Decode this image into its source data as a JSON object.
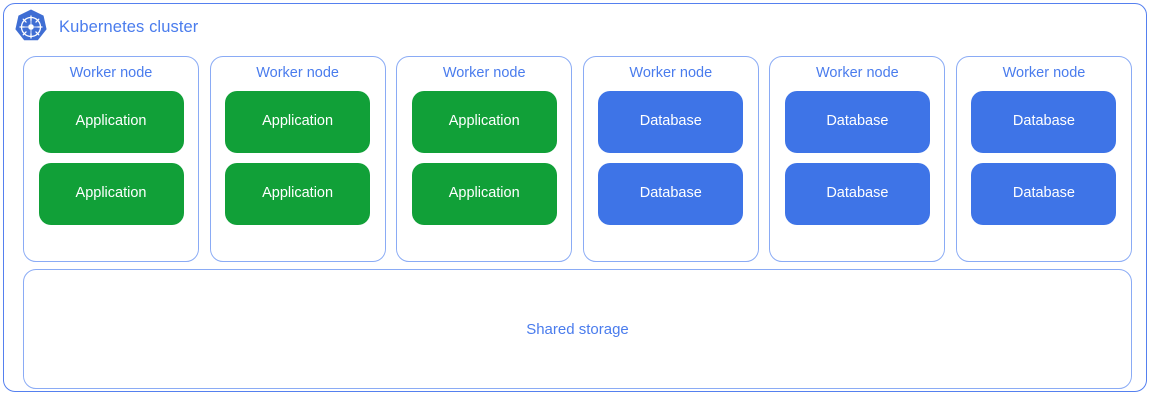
{
  "diagram": {
    "type": "architecture-diagram",
    "colors": {
      "cluster_border": "#5580ef",
      "node_border": "#8aabf5",
      "label_blue": "#4a7ced",
      "application_green": "#11a038",
      "database_blue": "#3e74e7",
      "logo_blue": "#3f6ed4",
      "background": "#ffffff"
    },
    "cluster": {
      "logo_icon": "kubernetes-helm-icon",
      "title": "Kubernetes cluster"
    },
    "worker_nodes": [
      {
        "label": "Worker node",
        "pods": [
          {
            "label": "Application",
            "kind": "app"
          },
          {
            "label": "Application",
            "kind": "app"
          }
        ]
      },
      {
        "label": "Worker node",
        "pods": [
          {
            "label": "Application",
            "kind": "app"
          },
          {
            "label": "Application",
            "kind": "app"
          }
        ]
      },
      {
        "label": "Worker node",
        "pods": [
          {
            "label": "Application",
            "kind": "app"
          },
          {
            "label": "Application",
            "kind": "app"
          }
        ]
      },
      {
        "label": "Worker node",
        "pods": [
          {
            "label": "Database",
            "kind": "db"
          },
          {
            "label": "Database",
            "kind": "db"
          }
        ]
      },
      {
        "label": "Worker node",
        "pods": [
          {
            "label": "Database",
            "kind": "db"
          },
          {
            "label": "Database",
            "kind": "db"
          }
        ]
      },
      {
        "label": "Worker node",
        "pods": [
          {
            "label": "Database",
            "kind": "db"
          },
          {
            "label": "Database",
            "kind": "db"
          }
        ]
      }
    ],
    "shared_storage": {
      "label": "Shared storage"
    }
  }
}
